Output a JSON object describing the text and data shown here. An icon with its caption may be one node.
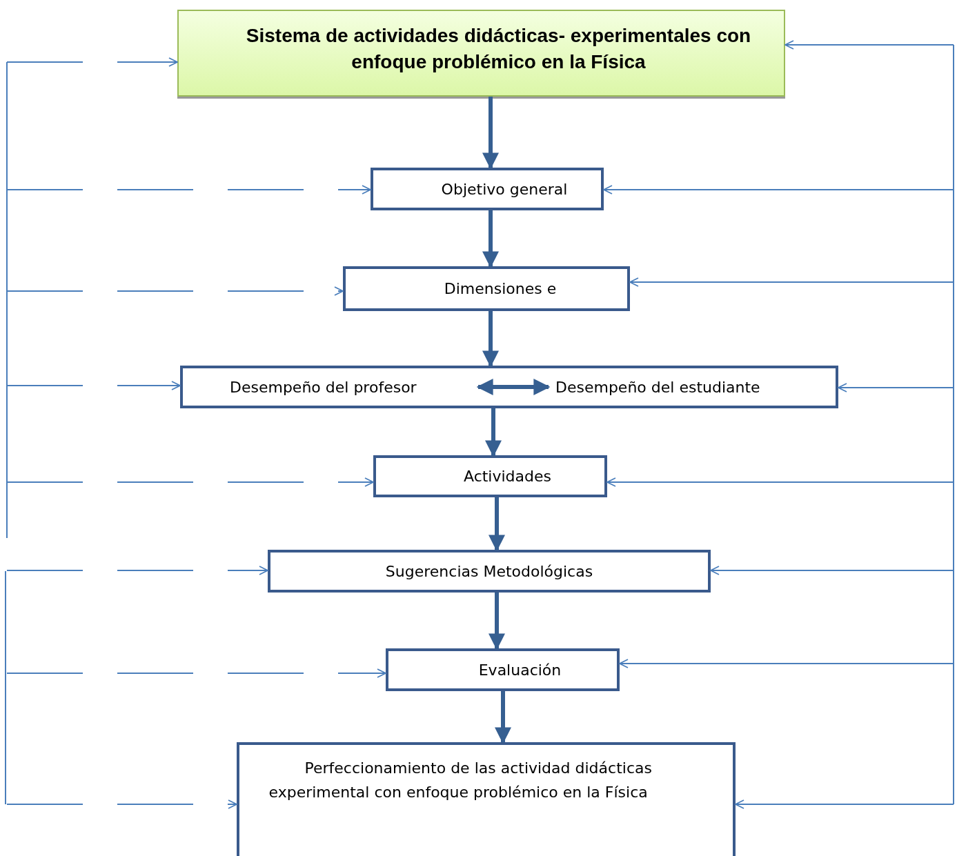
{
  "diagram": {
    "nodes": [
      {
        "text": [
          "Sistema de actividades didácticas- experimentales con enfoque problémico en la Física"
        ]
      },
      {
        "text": [
          "Objetivo general"
        ]
      },
      {
        "text": [
          "Dimensiones e"
        ]
      },
      {
        "text": [],
        "shape": "box"
      },
      {
        "text": [
          "Desempeño del profesor"
        ],
        "in": 3
      },
      {
        "text": [
          "Desempeño del estudiante"
        ],
        "in": 3
      },
      {
        "text": [
          "Actividades"
        ]
      },
      {
        "text": [
          "Sugerencias Metodológicas"
        ]
      },
      {
        "text": [
          "Evaluación"
        ]
      },
      {
        "text": [
          "Perfeccionamiento de las actividad didácticas experimental con enfoque problémico en la Física"
        ]
      }
    ],
    "edges": [
      {
        "from": 0,
        "to": 1,
        "arrow": "to",
        "style": "thick",
        "color": "#365f91"
      },
      {
        "from": 1,
        "to": 2,
        "arrow": "to",
        "style": "thick",
        "color": "#365f91"
      },
      {
        "from": 2,
        "to": 3,
        "arrow": "to",
        "style": "thick",
        "color": "#365f91"
      },
      {
        "from": 4,
        "to": 5,
        "arrow": "both",
        "style": "thick",
        "color": "#365f91"
      },
      {
        "from": 3,
        "to": 6,
        "arrow": "to",
        "style": "thick",
        "color": "#365f91"
      },
      {
        "from": 6,
        "to": 7,
        "arrow": "to",
        "style": "thick",
        "color": "#365f91"
      },
      {
        "from": 7,
        "to": 8,
        "arrow": "to",
        "style": "thick",
        "color": "#365f91"
      },
      {
        "from": 8,
        "to": 9,
        "arrow": "to",
        "style": "thick",
        "color": "#365f91"
      },
      {
        "from": null,
        "to": 0,
        "arrow": "to",
        "style": "dashed"
      },
      {
        "from": null,
        "to": 1,
        "arrow": "to",
        "style": "dashed"
      },
      {
        "from": null,
        "to": 2,
        "arrow": "to",
        "style": "dashed"
      },
      {
        "from": null,
        "to": 3,
        "arrow": "to",
        "style": "dashed"
      },
      {
        "from": null,
        "to": 6,
        "arrow": "to",
        "style": "dashed"
      },
      {
        "from": null,
        "to": 7,
        "arrow": "to",
        "style": "dashed"
      },
      {
        "from": null,
        "to": 8,
        "arrow": "to",
        "style": "dashed"
      },
      {
        "from": null,
        "to": 9,
        "arrow": "to",
        "style": "dashed"
      },
      {
        "from": null,
        "to": 0,
        "arrow": "to"
      },
      {
        "from": null,
        "to": 1,
        "arrow": "to"
      },
      {
        "from": null,
        "to": 2,
        "arrow": "to"
      },
      {
        "from": null,
        "to": 3,
        "arrow": "to"
      },
      {
        "from": null,
        "to": 6,
        "arrow": "to"
      },
      {
        "from": null,
        "to": 7,
        "arrow": "to"
      },
      {
        "from": null,
        "to": 8,
        "arrow": "to"
      },
      {
        "from": null,
        "to": 9,
        "arrow": "to"
      }
    ]
  }
}
